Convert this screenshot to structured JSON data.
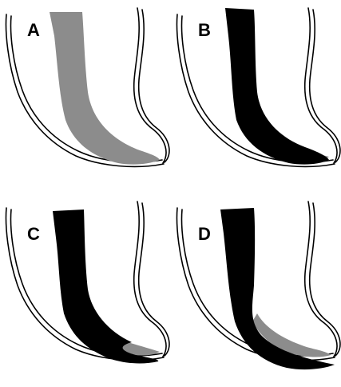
{
  "colors": {
    "gray": "#8c8c8c",
    "black": "#000000",
    "outline": "#000000"
  },
  "panels": [
    {
      "label": "A"
    },
    {
      "label": "B"
    },
    {
      "label": "C"
    },
    {
      "label": "D"
    }
  ]
}
